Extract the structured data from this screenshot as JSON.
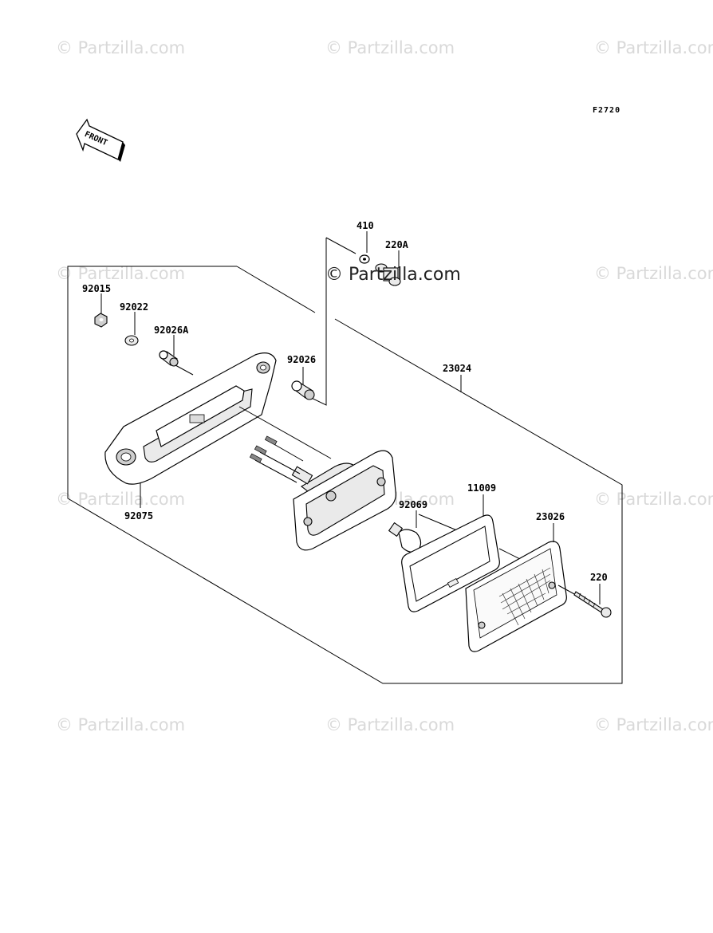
{
  "watermark": {
    "text": "© Partzilla.com",
    "center_text": "© Partzilla.com"
  },
  "figure_code": "F2720",
  "front_arrow_label": "FRONT",
  "parts": {
    "p410": "410",
    "p220a": "220A",
    "p92015": "92015",
    "p92022": "92022",
    "p92026a": "92026A",
    "p92026": "92026",
    "p23024": "23024",
    "p92075": "92075",
    "p11009": "11009",
    "p92069": "92069",
    "p23026": "23026",
    "p220": "220"
  }
}
